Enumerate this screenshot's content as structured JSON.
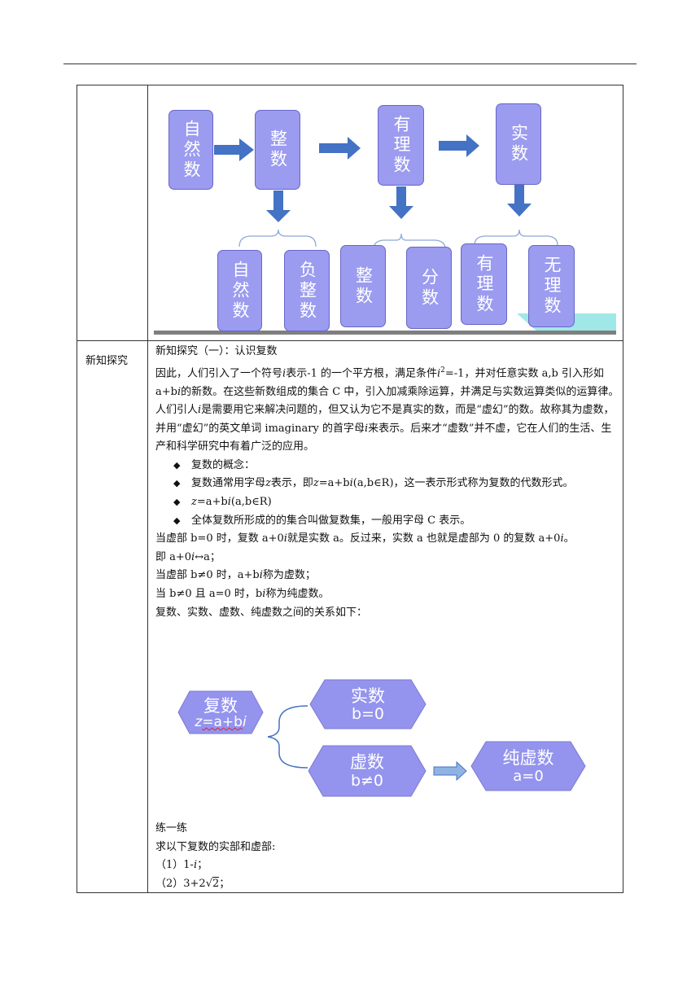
{
  "flow": {
    "natural": "自然数",
    "integer": "整数",
    "rational": "有理数",
    "real": "实数",
    "sub_natural": "自然数",
    "sub_negative": "负整数",
    "sub_integer": "整数",
    "sub_fraction": "分数",
    "sub_rational": "有理数",
    "sub_irrational": "无理数"
  },
  "colors": {
    "box_fill": "#9b9bf0",
    "arrow": "#4472c4",
    "teal": "#a0e8e8",
    "hex_fill": "#9494ee"
  },
  "row_label": "新知探究",
  "section": {
    "heading": "新知探究（一）：认识复数",
    "p1_a": "因此，人们引入了一个符号",
    "p1_i1": "i",
    "p1_b": "表示-1 的一个平方根，满足条件",
    "p1_i2": "i",
    "p1_sup": "2",
    "p1_c": "=-1，并对任意实数 a,b 引入形如 a+b",
    "p1_i3": "i",
    "p1_d": "的新数。在这些新数组成的集合 C 中，引入加减乘除运算，并满足与实数运算类似的运算律。",
    "p2_a": "人们引人",
    "p2_i1": "i",
    "p2_b": "是需要用它来解决问题的，但又认为它不是真实的数，而是“虚幻”的数。故称其为虚数，并用“虚幻”的英文单词 imaginary 的首字母",
    "p2_i2": "i",
    "p2_c": "来表示。后来才“虚数”并不虚，它在人们的生活、生产和科学研究中有着广泛的应用。",
    "b1": "复数的概念：",
    "b2_a": "复数通常用字母",
    "b2_z": "z",
    "b2_b": "表示，即",
    "b2_z2": "z",
    "b2_c": "=a+b",
    "b2_i": "i",
    "b2_d": "(a,b∈R)，这一表示形式称为复数的代数形式。",
    "b3_z": "z",
    "b3_a": "=a+b",
    "b3_i": "i",
    "b3_b": "(a,b∈R)",
    "b4": "全体复数所形成的的集合叫做复数集，一般用字母 C 表示。",
    "l1_a": "当虚部 b=0 时，复数 a+0",
    "l1_i": "i",
    "l1_b": "就是实数 a。反过来，实数 a 也就是虚部为 0 的复数 a+0",
    "l1_i2": "i",
    "l1_c": "。",
    "l2_a": "即 a+0",
    "l2_i": "i",
    "l2_b": "↔a；",
    "l3_a": "当虚部 b≠0 时，a+b",
    "l3_i": "i",
    "l3_b": "称为虚数；",
    "l4_a": "当 b≠0 且 a=0 时，b",
    "l4_i": "i",
    "l4_b": "称为纯虚数。",
    "l5": "复数、实数、虚数、纯虚数之间的关系如下："
  },
  "hexes": {
    "complex_title": "复数",
    "complex_formula_z": "z",
    "complex_formula_rest": "=a+b",
    "complex_formula_i": "i",
    "real_title": "实数",
    "real_cond": "b=0",
    "imag_title": "虚数",
    "imag_cond": "b≠0",
    "pure_title": "纯虚数",
    "pure_cond": "a=0"
  },
  "practice": {
    "title": "练一练",
    "prompt": "求以下复数的实部和虚部:",
    "q1_a": "（1）1-",
    "q1_i": "i",
    "q1_b": "；",
    "q2_a": "（2）3+2",
    "q2_root": "2",
    "q2_b": "；"
  }
}
